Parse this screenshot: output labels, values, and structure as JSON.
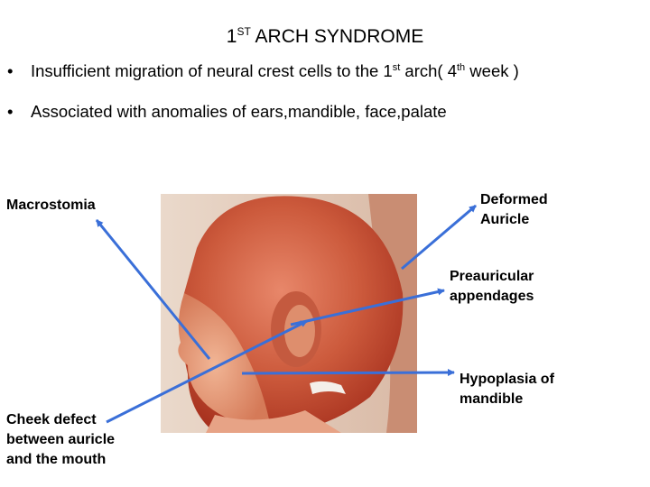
{
  "title": {
    "main": "ARCH SYNDROME",
    "prefix": "1",
    "sup": "ST"
  },
  "bullets": [
    {
      "dot": "•",
      "pre": "Insufficient migration of neural crest cells to the 1",
      "sup1": "st",
      "mid": " arch( 4",
      "sup2": "th",
      "post": " week )"
    },
    {
      "dot": "•",
      "text": "Associated with anomalies of ears,mandible, face,palate"
    }
  ],
  "labels": {
    "macrostomia": "Macrostomia",
    "deformed_auricle": [
      "Deformed",
      "Auricle"
    ],
    "preauricular": [
      "Preauricular",
      "appendages"
    ],
    "hypoplasia": [
      "Hypoplasia of",
      "mandible"
    ],
    "cheek_defect": [
      "Cheek defect",
      "between auricle",
      "and the mouth"
    ]
  },
  "colors": {
    "arrow": "#3a6fd8",
    "skin_dark": "#b8422c",
    "skin_mid": "#d4704d",
    "skin_light": "#efb08e"
  }
}
